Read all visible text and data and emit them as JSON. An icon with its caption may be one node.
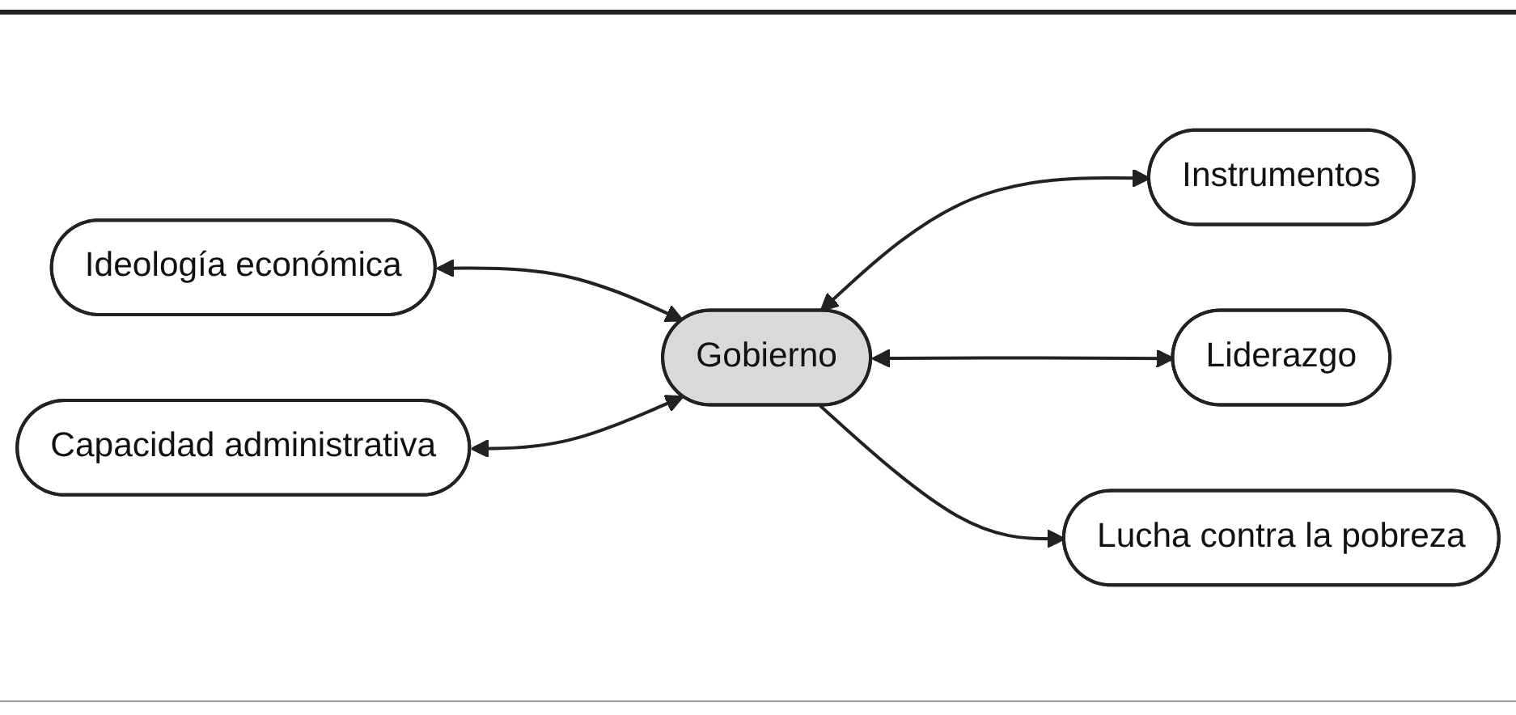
{
  "diagram": {
    "nodes": [
      {
        "text": [
          "Ideología económica"
        ]
      },
      {
        "text": [
          "Instrumentos"
        ]
      },
      {
        "text": [
          "Gobierno"
        ]
      },
      {
        "text": [
          "Capacidad administrativa"
        ]
      },
      {
        "text": [
          "Liderazgo"
        ]
      },
      {
        "text": [
          "Lucha contra la pobreza"
        ]
      }
    ],
    "edges": [
      {
        "from": 0,
        "to": 2,
        "arrow": "both"
      },
      {
        "from": 2,
        "to": 1,
        "arrow": "both"
      },
      {
        "from": 3,
        "to": 2,
        "arrow": "both"
      },
      {
        "from": 2,
        "to": 4,
        "arrow": "both"
      },
      {
        "from": 2,
        "to": 5,
        "arrow": "to"
      }
    ]
  }
}
